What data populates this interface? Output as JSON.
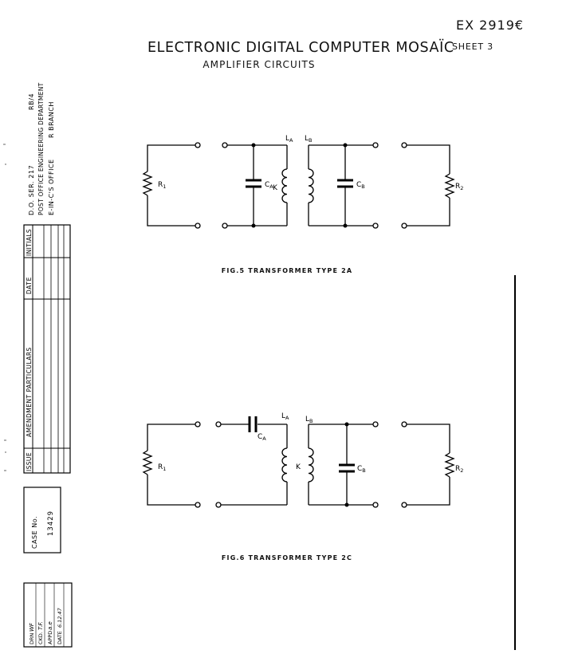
{
  "exhibit_ref": "EX 2919€",
  "title": "ELECTRONIC DIGITAL COMPUTER MOSAÏC",
  "subtitle": "AMPLIFIER CIRCUITS",
  "sheet": "SHEET 3",
  "fig5_caption": "FIG.5  TRANSFORMER  TYPE  2A",
  "fig6_caption": "FIG.6  TRANSFORMER  TYPE  2C",
  "title_block": {
    "drawing_ref": "D.O. SER. 217",
    "drawing_code": "RB/4",
    "department": "POST OFFICE ENGINEERING DEPARTMENT",
    "office": "E-IN-C'S OFFICE",
    "branch": "R BRANCH"
  },
  "amendment_table": {
    "headers": {
      "issue": "ISSUE",
      "amendment": "AMENDMENT PARTICULARS",
      "date": "DATE",
      "initials": "INITIALS"
    }
  },
  "case": {
    "label": "CASE No.",
    "number": "13429"
  },
  "signoff": {
    "drn_label": "DRN",
    "ckd_label": "CKD.",
    "appd_label": "APPD",
    "date_label": "DATE",
    "drn_value": "WF",
    "ckd_value": "T.F.",
    "appd_value": "a.e",
    "date_value": "6.12.47"
  },
  "labels": {
    "r1": "R",
    "r1_sub": "1",
    "r2": "R",
    "r2_sub": "2",
    "ca": "C",
    "ca_sub": "A",
    "cb": "C",
    "cb_sub": "B",
    "la": "L",
    "la_sub": "A",
    "lb": "L",
    "lb_sub": "B",
    "k": "K"
  }
}
